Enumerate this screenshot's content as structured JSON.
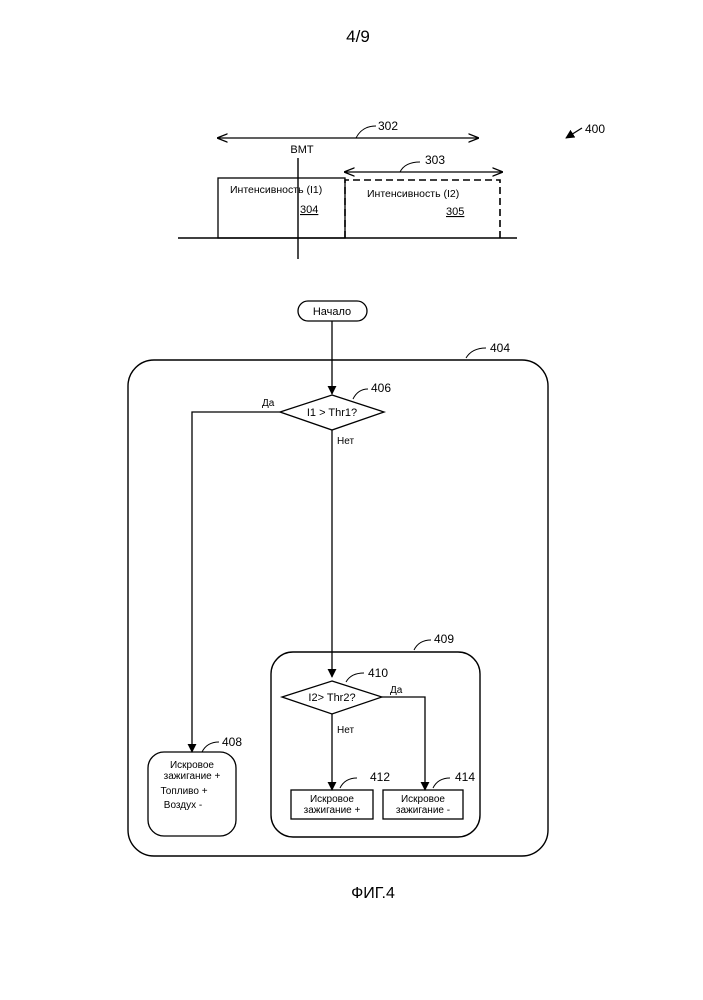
{
  "page_number": "4/9",
  "figure_label": "ФИГ.4",
  "refs": {
    "fig": "400",
    "r302": "302",
    "r303": "303",
    "r404": "404",
    "r406": "406",
    "r408": "408",
    "r409": "409",
    "r410": "410",
    "r412": "412",
    "r414": "414"
  },
  "timing": {
    "bmt_label": "BMT",
    "block1": {
      "label": "Интенсивность (I1)",
      "ref": "304"
    },
    "block2": {
      "label": "Интенсивность (I2)",
      "ref": "305"
    }
  },
  "flow": {
    "start": "Начало",
    "decision1": "I1 > Thr1?",
    "yes1": "Да",
    "no1": "Нет",
    "decision2": "I2> Thr2?",
    "yes2": "Да",
    "no2": "Нет",
    "box408": [
      "Искровое",
      "зажигание +",
      "Топливо +",
      "Воздух -"
    ],
    "box412": [
      "Искровое",
      "зажигание +"
    ],
    "box414": [
      "Искровое",
      "зажигание -"
    ]
  }
}
